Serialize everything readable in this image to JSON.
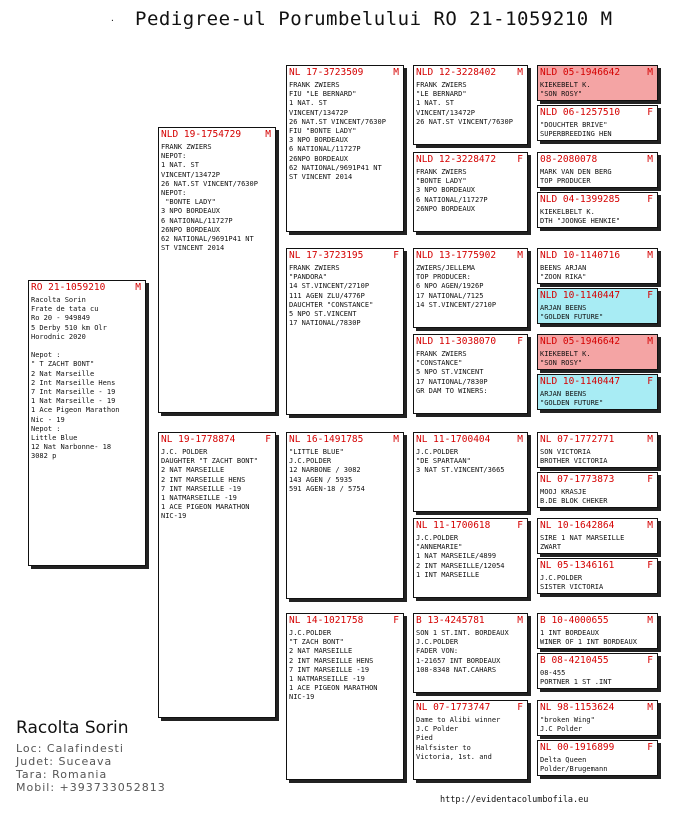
{
  "title": "Pedigree-ul Porumbelului RO 21-1059210 M",
  "subject": {
    "ring": "RO 21-1059210",
    "sex": "M",
    "lines": [
      "Racolta Sorin",
      "Frate de tata cu",
      "Ro 20 - 949849",
      "5 Derby 510 km Olr",
      "Horodnic 2020",
      "",
      "Nepot :",
      "\" T ZACHT BONT\"",
      "2 Nat Marseille",
      "2 Int Marseille Hens",
      "7 Int Marseille - 19",
      "1 Nat Marseille - 19",
      "1 Ace Pigeon Marathon",
      "Nic - 19",
      "Nepot :",
      "Little Blue",
      "12 Nat Narbonne- 18",
      "3082 p"
    ]
  },
  "sire": {
    "ring": "NLD 19-1754729",
    "sex": "M",
    "lines": [
      "FRANK ZWIERS",
      "NEPOT:",
      "1 NAT. ST",
      "VINCENT/13472P",
      "26 NAT.ST VINCENT/7630P",
      "NEPOT:",
      " \"BONTE LADY\"",
      "3 NPO BORDEAUX",
      "6 NATIONAL/11727P",
      "26NPO BORDEAUX",
      "62 NATIONAL/9691P41 NT",
      "ST VINCENT 2014"
    ]
  },
  "dam": {
    "ring": "NL 19-1778874",
    "sex": "F",
    "lines": [
      "J.C. POLDER",
      "DAUGHTER \"T ZACHT BONT\"",
      "2 NAT MARSEILLE",
      "2 INT MARSEILLE HENS",
      "7 INT MARSEILLE -19",
      "1 NATMARSEILLE -19",
      "1 ACE PIGEON MARATHON",
      "NIC-19"
    ]
  },
  "ss": {
    "ring": "NL 17-3723509",
    "sex": "M",
    "lines": [
      "FRANK ZWIERS",
      "FIU \"LE BERNARD\"",
      "1 NAT. ST",
      "VINCENT/13472P",
      "26 NAT.ST VINCENT/7630P",
      "FIU \"BONTE LADY\"",
      "3 NPO BORDEAUX",
      "6 NATIONAL/11727P",
      "26NPO BORDEAUX",
      "62 NATIONAL/9691P41 NT",
      "ST VINCENT 2014"
    ]
  },
  "sd": {
    "ring": "NL 17-3723195",
    "sex": "F",
    "lines": [
      "FRANK ZWIERS",
      "\"PANDORA\"",
      "14 ST.VINCENT/2710P",
      "111 AGEN ZLU/4776P",
      "DAUCHTER \"CONSTANCE\"",
      "5 NPO ST.VINCENT",
      "17 NATIONAL/7830P"
    ]
  },
  "ds": {
    "ring": "NL 16-1491785",
    "sex": "M",
    "lines": [
      "\"LITTLE BLUE\"",
      "J.C.POLDER",
      "12 NARBONE / 3082",
      "143 AGEN / 5935",
      "591 AGEN-18 / 5754"
    ]
  },
  "dd": {
    "ring": "NL 14-1021758",
    "sex": "F",
    "lines": [
      "J.C.POLDER",
      "\"T ZACH BONT\"",
      "2 NAT MARSEILLE",
      "2 INT MARSEILLE HENS",
      "7 INT MARSEILLE -19",
      "1 NATMARSEILLE -19",
      "1 ACE PIGEON MARATHON",
      "NIC-19"
    ]
  },
  "sss": {
    "ring": "NLD 12-3228402",
    "sex": "M",
    "lines": [
      "FRANK ZWIERS",
      "\"LE BERNARD\"",
      "1 NAT. ST",
      "VINCENT/13472P",
      "26 NAT.ST VINCENT/7630P"
    ]
  },
  "ssd": {
    "ring": "NLD 12-3228472",
    "sex": "F",
    "lines": [
      "FRANK ZWIERS",
      "\"BONTE LADY\"",
      "3 NPO BORDEAUX",
      "6 NATIONAL/11727P",
      "26NPO BORDEAUX"
    ]
  },
  "sds": {
    "ring": "NLD 13-1775902",
    "sex": "M",
    "lines": [
      "ZWIERS/JELLEMA",
      "TOP PRODUCER:",
      "6 NPO AGEN/1926P",
      "17 NATIONAL/7125",
      "14 ST.VINCENT/2710P"
    ]
  },
  "sdd": {
    "ring": "NLD 11-3038070",
    "sex": "F",
    "lines": [
      "FRANK ZWIERS",
      "\"CONSTANCE\"",
      "5 NPO ST.VINCENT",
      "17 NATIONAL/7830P",
      "GR DAM TO WINERS:"
    ]
  },
  "dss": {
    "ring": "NL 11-1700404",
    "sex": "M",
    "lines": [
      "J.C.POLDER",
      "\"DE SPARTAAN\"",
      "3 NAT ST.VINCENT/3665"
    ]
  },
  "dsd": {
    "ring": "NL 11-1700618",
    "sex": "F",
    "lines": [
      "J.C.POLDER",
      "\"ANNEMARIE\"",
      "1 NAT MARSEILE/4899",
      "2 INT MARSEILLE/12054",
      "1 INT MARSEILLE"
    ]
  },
  "dds": {
    "ring": "B 13-4245781",
    "sex": "M",
    "lines": [
      "SON 1 ST.INT. BORDEAUX",
      "J.C.POLDER",
      "FADER VON:",
      "1-21657 INT BORDEAUX",
      "108-8348 NAT.CAHARS"
    ]
  },
  "ddd": {
    "ring": "NL 07-1773747",
    "sex": "F",
    "lines": [
      "Dame to Alibi winner",
      "J.C Polder",
      "Pied",
      "Halfsister to",
      "Victoria, 1st. and"
    ]
  },
  "g4": [
    {
      "ring": "NLD 05-1946642",
      "sex": "M",
      "lines": [
        "KIEKEBELT K.",
        "\"SON ROSY\""
      ]
    },
    {
      "ring": "NLD 06-1257510",
      "sex": "F",
      "lines": [
        "\"DOUCHTER BRIVE\"",
        "SUPERBREEDING HEN"
      ]
    },
    {
      "ring": "08-2080078",
      "sex": "M",
      "lines": [
        "MARK VAN DEN BERG",
        "TOP PRODUCER"
      ]
    },
    {
      "ring": "NLD 04-1399285",
      "sex": "F",
      "lines": [
        "KIEKELBELT K.",
        "DTH \"JOONGE HENKIE\""
      ]
    },
    {
      "ring": "NLD 10-1140716",
      "sex": "M",
      "lines": [
        "BEENS ARJAN",
        "\"ZOON RIKA\""
      ]
    },
    {
      "ring": "NLD 10-1140447",
      "sex": "F",
      "lines": [
        "ARJAN BEENS",
        "\"GOLDEN FUTURE\""
      ]
    },
    {
      "ring": "NLD 05-1946642",
      "sex": "M",
      "lines": [
        "KIEKEBELT K.",
        "\"SON ROSY\""
      ]
    },
    {
      "ring": "NLD 10-1140447",
      "sex": "F",
      "lines": [
        "ARJAN BEENS",
        "\"GOLDEN FUTURE\""
      ]
    },
    {
      "ring": "NL 07-1772771",
      "sex": "M",
      "lines": [
        "SON VICTORIA",
        "BROTHER VICTORIA"
      ]
    },
    {
      "ring": "NL 07-1773873",
      "sex": "F",
      "lines": [
        "MOOJ KRASJE",
        "B.DE BLOK CHEKER"
      ]
    },
    {
      "ring": "NL 10-1642864",
      "sex": "M",
      "lines": [
        "SIRE 1 NAT MARSEILLE",
        "ZWART"
      ]
    },
    {
      "ring": "NL 05-1346161",
      "sex": "F",
      "lines": [
        "J.C.POLDER",
        "SISTER VICTORIA"
      ]
    },
    {
      "ring": "B 10-4000655",
      "sex": "M",
      "lines": [
        "1 INT BORDEAUX",
        "WINER OF 1 INT BORDEAUX"
      ]
    },
    {
      "ring": "B 08-4210455",
      "sex": "F",
      "lines": [
        "08-455",
        "PORTNER 1 ST .INT"
      ]
    },
    {
      "ring": "NL 98-1153624",
      "sex": "M",
      "lines": [
        "\"broken Wing\"",
        "J.C Polder"
      ]
    },
    {
      "ring": "NL 00-1916899",
      "sex": "F",
      "lines": [
        "Delta Queen",
        "Polder/Brugemann"
      ]
    }
  ],
  "owner": {
    "name": "Racolta Sorin",
    "loc": "Loc: Calafindesti",
    "judet": "Judet: Suceava",
    "tara": "Tara: Romania",
    "mobil": "Mobil: +393733052813"
  },
  "url": "http://evidentacolumbofila.eu",
  "colors": {
    "ring_text": "#d40000",
    "highlight_pink": "#f4a4a4",
    "highlight_cyan": "#a8ecf4"
  }
}
